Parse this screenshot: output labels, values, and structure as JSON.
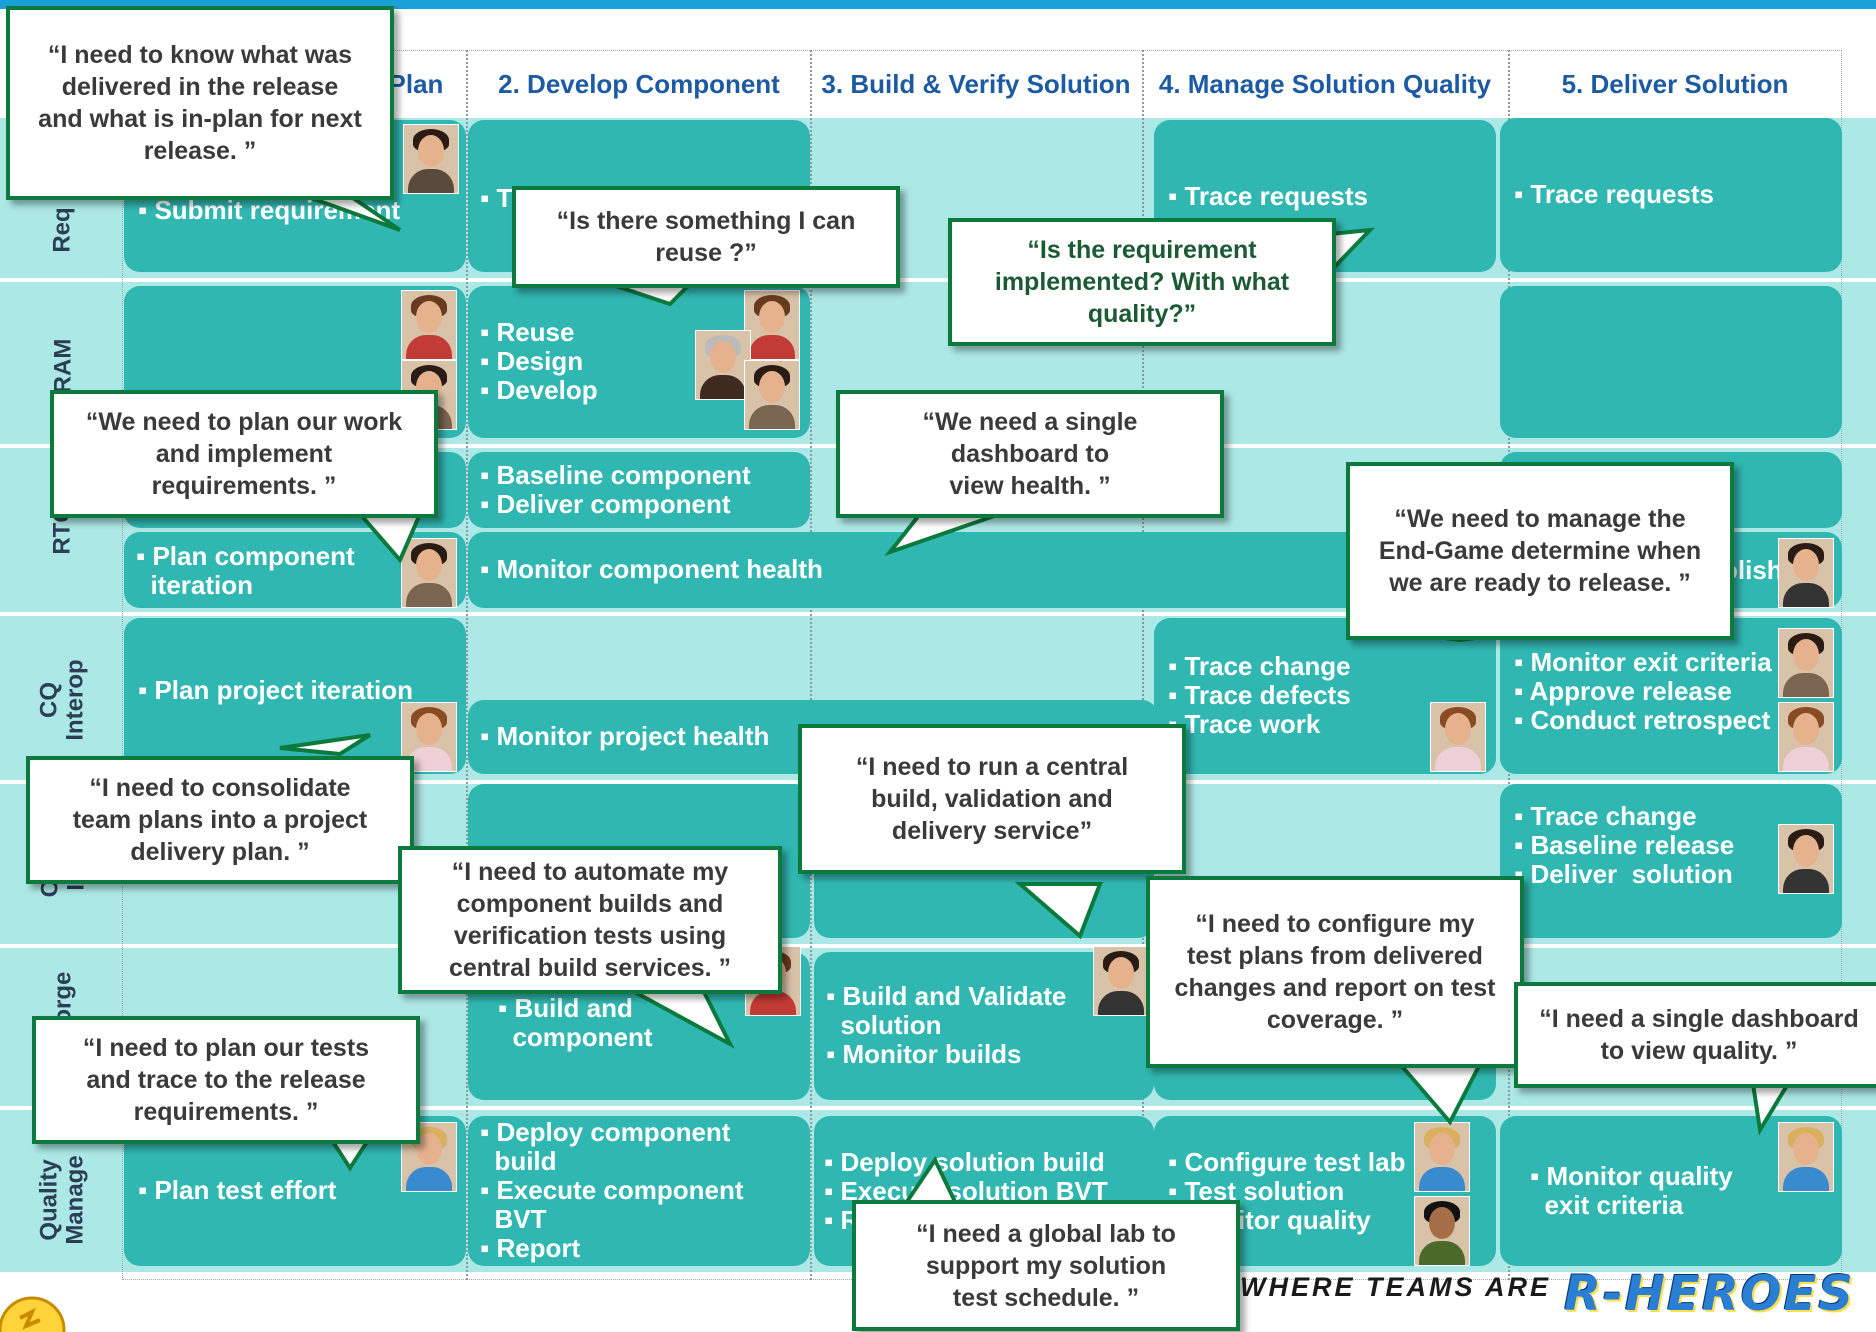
{
  "headers": [
    "Plan",
    "2. Develop Component",
    "3. Build & Verify Solution",
    "4. Manage Solution Quality",
    "5. Deliver Solution"
  ],
  "row_labels": [
    "Req",
    "RAM",
    "RTC",
    "CQ\nInterop",
    "CC\nIn",
    "BuildForge",
    "Quality\nManage"
  ],
  "cells": {
    "req_plan": [
      "▪ Submit requirement"
    ],
    "req_develop": [
      "▪ T"
    ],
    "req_quality": [
      "▪ Trace requests"
    ],
    "req_deliver": [
      "▪ Trace requests"
    ],
    "ram_develop": [
      "▪ Reuse",
      "▪ Design",
      "▪ Develop"
    ],
    "rtc_develop": [
      "▪ Baseline component",
      "▪ Deliver component"
    ],
    "rtc_plan": [
      "▪ Plan component",
      "  iteration"
    ],
    "rtc_monitor": [
      "▪ Monitor component health"
    ],
    "rtc_deliver_partial": [
      "olish"
    ],
    "cq_plan": [
      "▪ Plan project iteration"
    ],
    "cq_monitor": [
      "▪ Monitor project health"
    ],
    "cq_quality": [
      "▪ Trace change",
      "▪ Trace defects",
      "▪ Trace work"
    ],
    "cq_deliver": [
      "▪ Monitor exit criteria",
      "▪ Approve release",
      "▪ Conduct retrospect"
    ],
    "cc_deliver": [
      "▪ Trace change",
      "▪ Baseline release",
      "▪ Deliver  solution"
    ],
    "bf_develop": [
      "▪ Build and",
      "  component"
    ],
    "bf_build": [
      "▪ Build and Validate",
      "  solution",
      "▪ Monitor builds"
    ],
    "qm_plan": [
      "▪ Plan test effort"
    ],
    "qm_develop": [
      "▪ Deploy component",
      "  build",
      "▪ Execute component",
      "  BVT",
      "▪ Report"
    ],
    "qm_build": [
      "▪ Deploy solution build",
      "▪ Execute solution BVT",
      "▪ R"
    ],
    "qm_quality": [
      "▪ Configure test lab",
      "▪ Test solution",
      "▪ Monitor quality"
    ],
    "qm_deliver": [
      "▪ Monitor quality",
      "  exit criteria"
    ]
  },
  "bubbles": {
    "b1": "“I need to know what was\ndelivered in the release\nand what is in-plan for next\nrelease. ”",
    "b2": "“Is there something I can\nreuse ?”",
    "b3": "“Is the requirement\nimplemented? With what\nquality?”",
    "b4": "“We need to plan our work\nand implement\nrequirements. ”",
    "b5": "“We need a single\ndashboard to\nview health. ”",
    "b6": "“We need to manage the\nEnd-Game determine when\nwe are ready to release. ”",
    "b7": "“I need to consolidate\nteam plans into a project\ndelivery plan. ”",
    "b8": "“I need to run a central\nbuild, validation and\ndelivery service”",
    "b9": "“I need to automate my\ncomponent builds and\nverification tests using\ncentral build services. ”",
    "b10": "“I need to configure my\ntest plans from delivered\nchanges and report on test\ncoverage. ”",
    "b11": "“I need a single dashboard\nto view quality. ”",
    "b12": "“I need to plan our tests\nand trace to the release\nrequirements. ”",
    "b13": "“I need a global lab to\nsupport my solution\ntest schedule. ”"
  },
  "footer": {
    "tagline": "WHERE TEAMS ARE",
    "logo": "R-HEROES"
  },
  "colors": {
    "band": "#ace8e6",
    "cell": "#31b7b1",
    "header_text": "#1d5aa4",
    "bubble_border": "#0c7a3c",
    "top_bar": "#1aa0d8"
  }
}
